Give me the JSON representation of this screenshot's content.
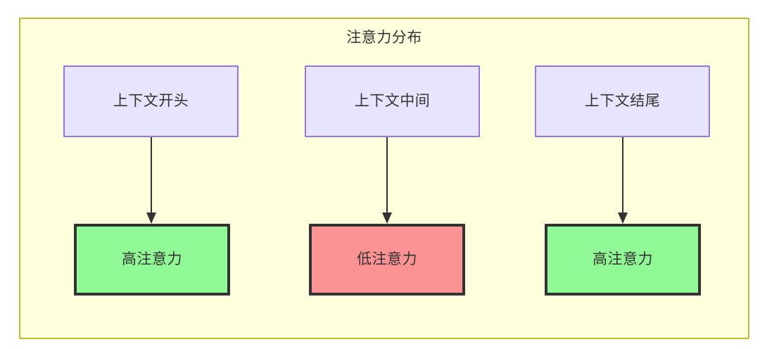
{
  "diagram": {
    "title": "注意力分布",
    "type": "flowchart",
    "container": {
      "fill": "#ffffdd",
      "border": "#bfb934"
    },
    "palette": {
      "context_fill": "#e7e5fd",
      "context_border": "#9a74e0",
      "high_attention_fill": "#90f894",
      "low_attention_fill": "#fb9293",
      "node_border_dark": "#333333",
      "text": "#333333"
    },
    "columns": [
      {
        "id": "start",
        "source": {
          "label": "上下文开头",
          "style": "context"
        },
        "target": {
          "label": "高注意力",
          "style": "high"
        },
        "edge": {
          "label": "",
          "arrow": "down-arrow-icon"
        }
      },
      {
        "id": "middle",
        "source": {
          "label": "上下文中间",
          "style": "context"
        },
        "target": {
          "label": "低注意力",
          "style": "low"
        },
        "edge": {
          "label": "",
          "arrow": "down-arrow-icon"
        }
      },
      {
        "id": "end",
        "source": {
          "label": "上下文结尾",
          "style": "context"
        },
        "target": {
          "label": "高注意力",
          "style": "high"
        },
        "edge": {
          "label": "",
          "arrow": "down-arrow-icon"
        }
      }
    ]
  }
}
